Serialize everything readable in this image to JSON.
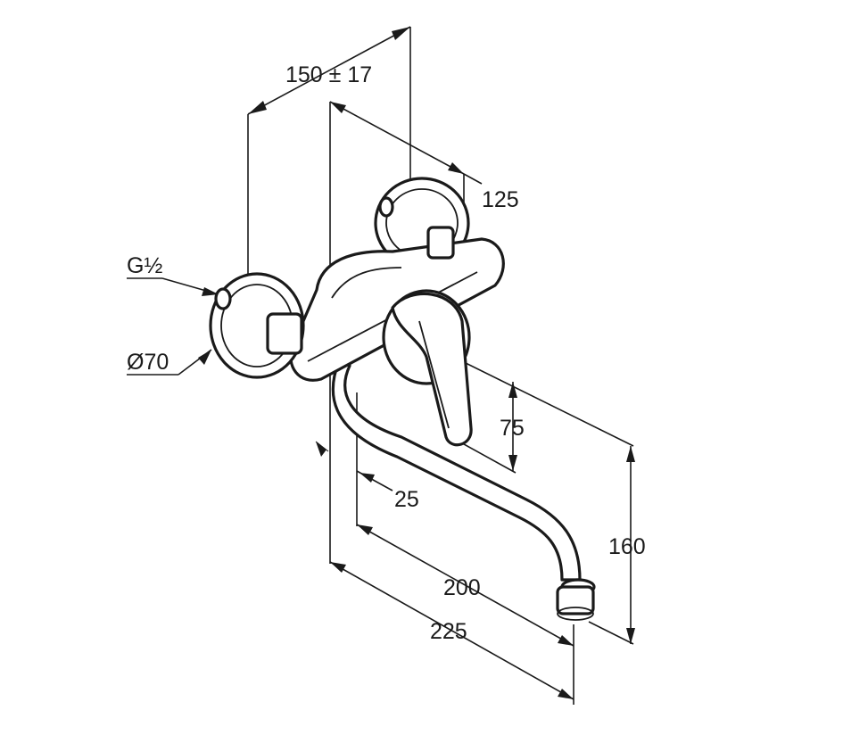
{
  "dimensions": {
    "width_range": "150 ± 17",
    "depth": "125",
    "thread": "G½",
    "flange_diameter": "Ø70",
    "handle_height": "75",
    "spout_offset": "25",
    "spout_height": "160",
    "spout_reach": "200",
    "overall_reach": "225"
  }
}
